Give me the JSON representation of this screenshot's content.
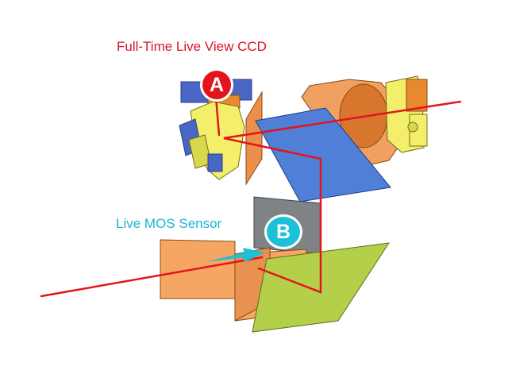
{
  "labels": {
    "ccd": "Full-Time Live View CCD",
    "mos": "Live MOS Sensor"
  },
  "markers": {
    "a": "A",
    "b": "B"
  },
  "colors": {
    "ccd_label": "#d8142a",
    "mos_label": "#1ab5d4",
    "light_path": "#e4141e",
    "badge_a": "#e4141e",
    "badge_b": "#1cc0d8",
    "mirror_blue": "#4f7fd6",
    "mirror_green": "#b4cf4a",
    "sensor_gray": "#7f8386",
    "housing_orange": "#f0a060",
    "module_yellow": "#f3ef6a"
  }
}
